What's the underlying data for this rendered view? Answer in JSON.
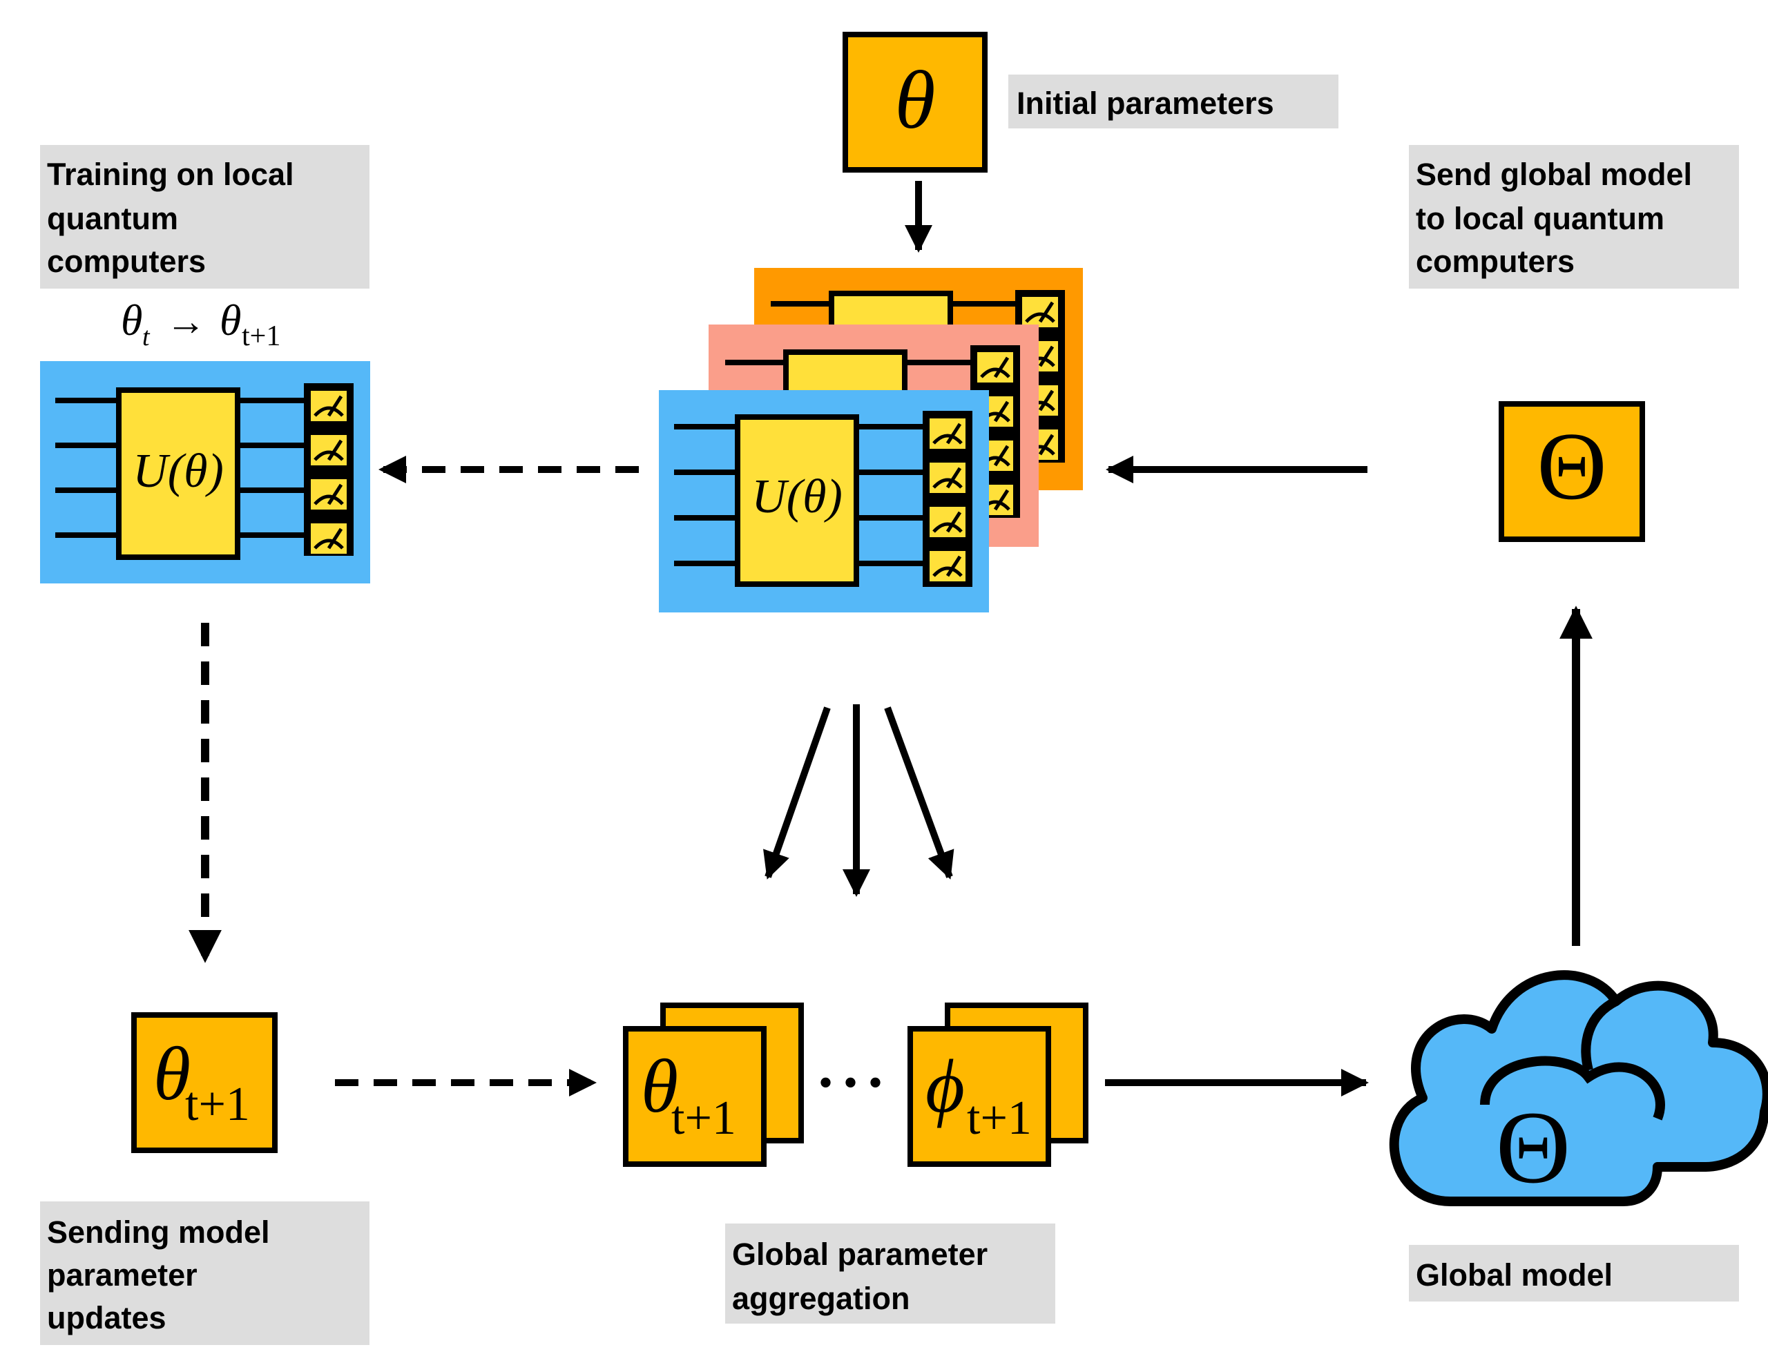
{
  "labels": {
    "initial_parameters": "Initial parameters",
    "training_line1": "Training on local",
    "training_line2": "quantum",
    "training_line3": "computers",
    "send_global_line1": "Send global model",
    "send_global_line2": "to local quantum",
    "send_global_line3": "computers",
    "sending_updates_line1": "Sending model",
    "sending_updates_line2": "parameter",
    "sending_updates_line3": "updates",
    "aggregation_line1": "Global parameter",
    "aggregation_line2": "aggregation",
    "global_model": "Global model"
  },
  "symbols": {
    "theta": "θ",
    "Theta": "Θ",
    "phi": "ϕ",
    "sub_t": "t",
    "sub_t1": "t+1",
    "arrow": "→",
    "unitary": "U(θ)",
    "ellipsis": "• • •"
  },
  "colors": {
    "param_box": "#FFB800",
    "circuit_blue": "#55B8F8",
    "circuit_salmon": "#FA9E8A",
    "circuit_orange": "#FF9900",
    "gate_yellow": "#FFE03A",
    "label_bg": "#DDDDDD",
    "cloud_blue": "#55B8F8"
  },
  "icons": [
    "meter-icon",
    "cloud-icon"
  ]
}
